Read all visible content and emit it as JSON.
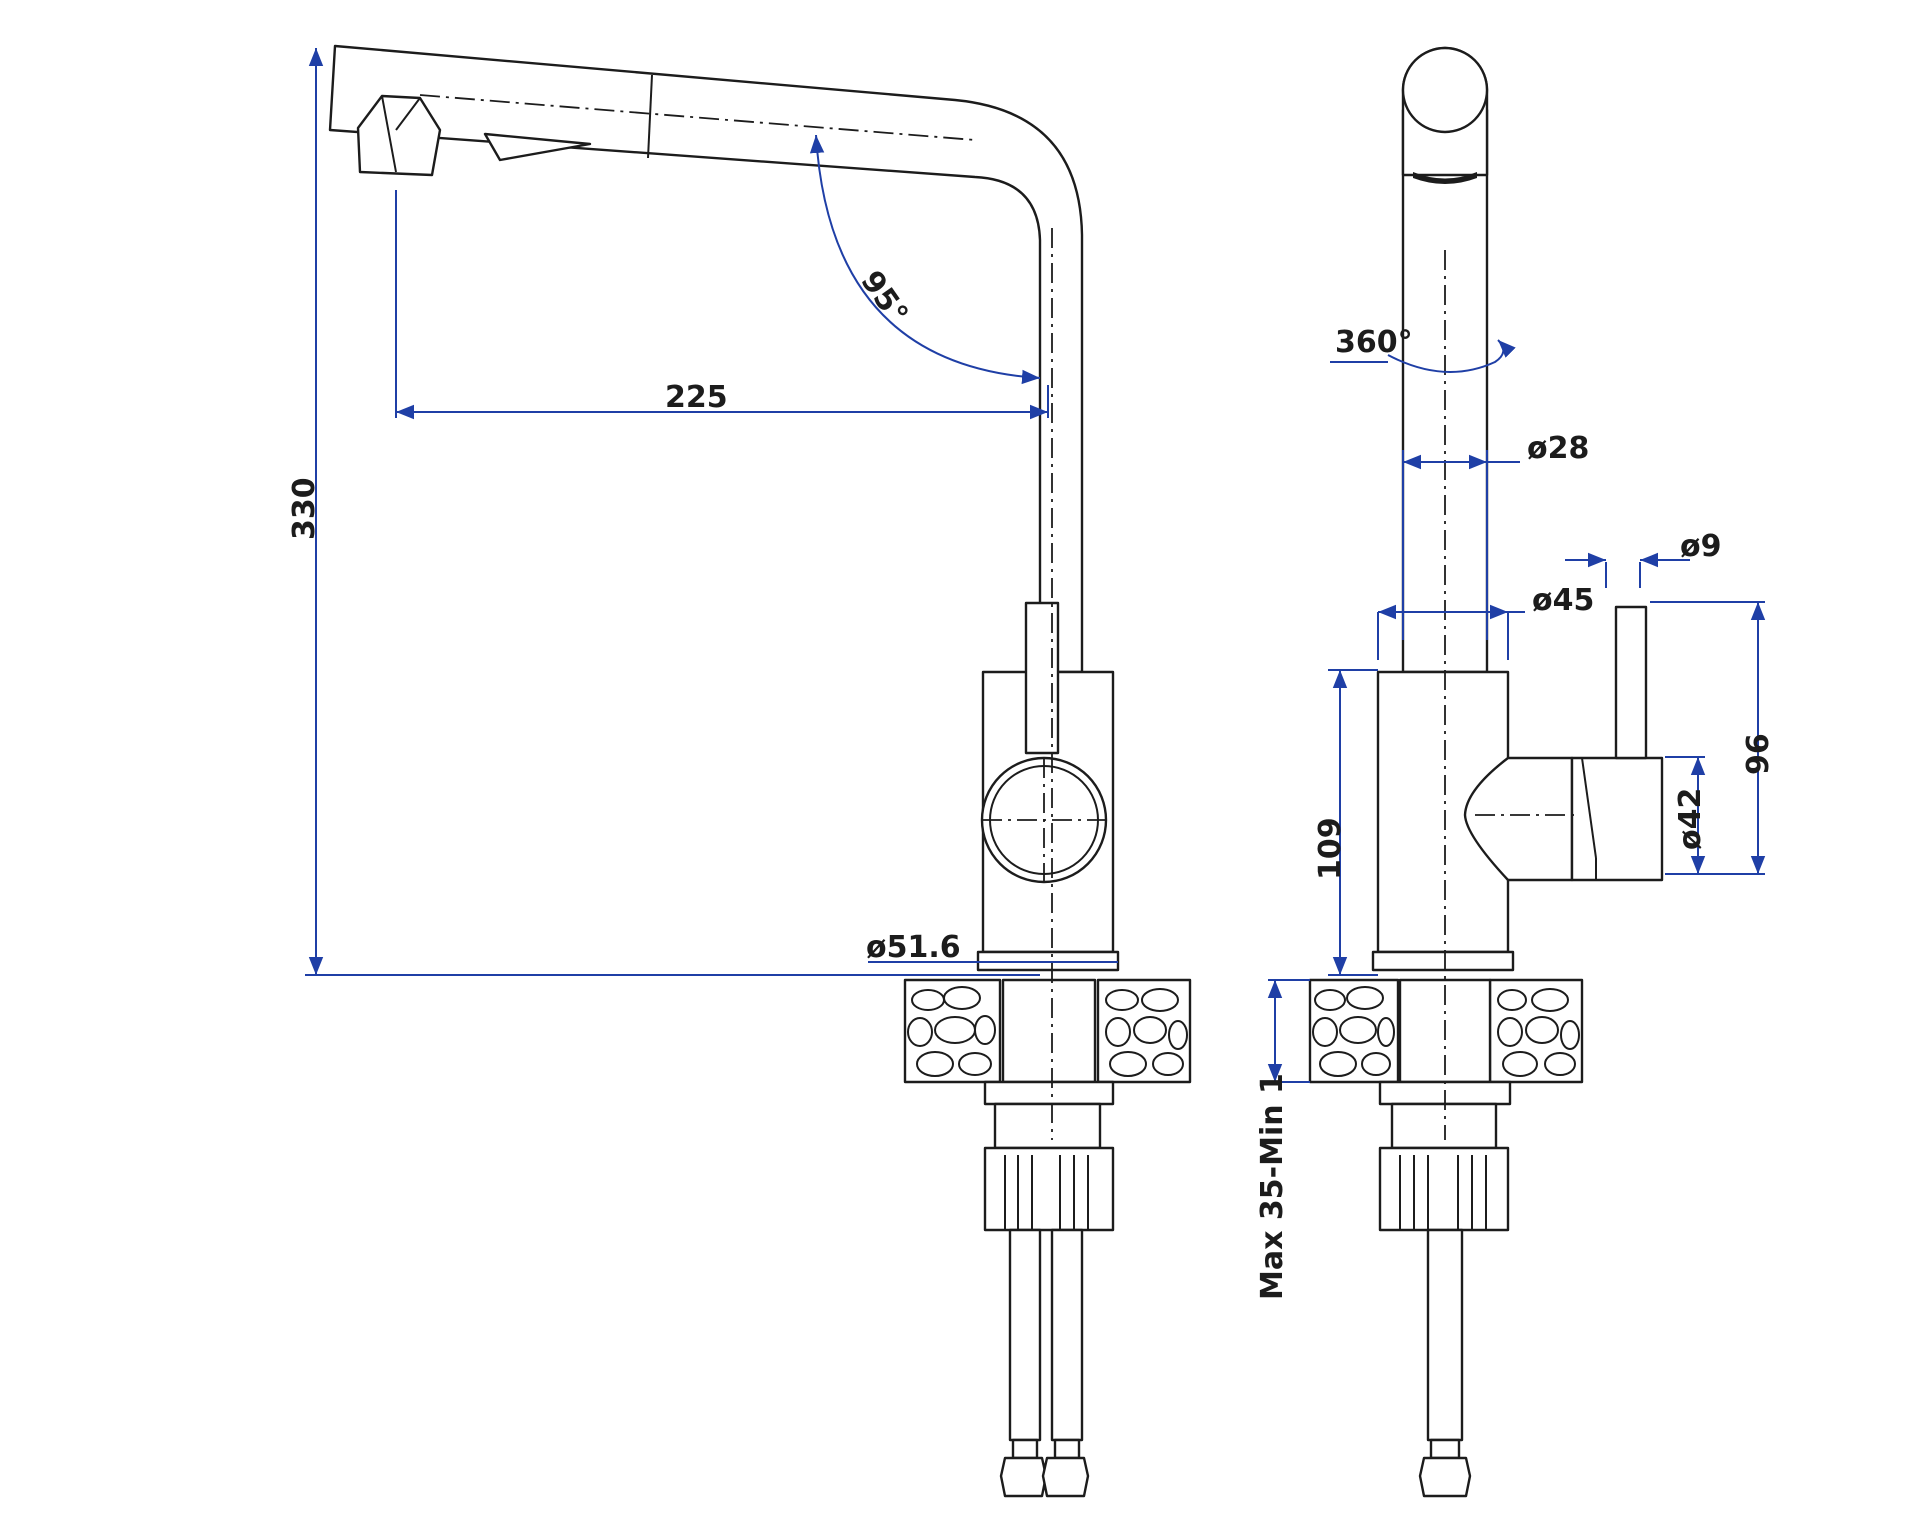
{
  "drawing": {
    "dimensions": {
      "total_height": "330",
      "spout_reach": "225",
      "swivel_angle_side": "95°",
      "rotation": "360°",
      "spout_diameter": "ø28",
      "body_diameter": "ø45",
      "lever_diameter": "ø9",
      "handle_diameter": "ø42",
      "lever_height": "96",
      "body_height": "109",
      "base_diameter": "ø51.6",
      "countertop_thickness": "Max 35-Min 1"
    },
    "colors": {
      "dimension_lines": "#1f3fa6",
      "outline": "#1c1c1c"
    }
  }
}
